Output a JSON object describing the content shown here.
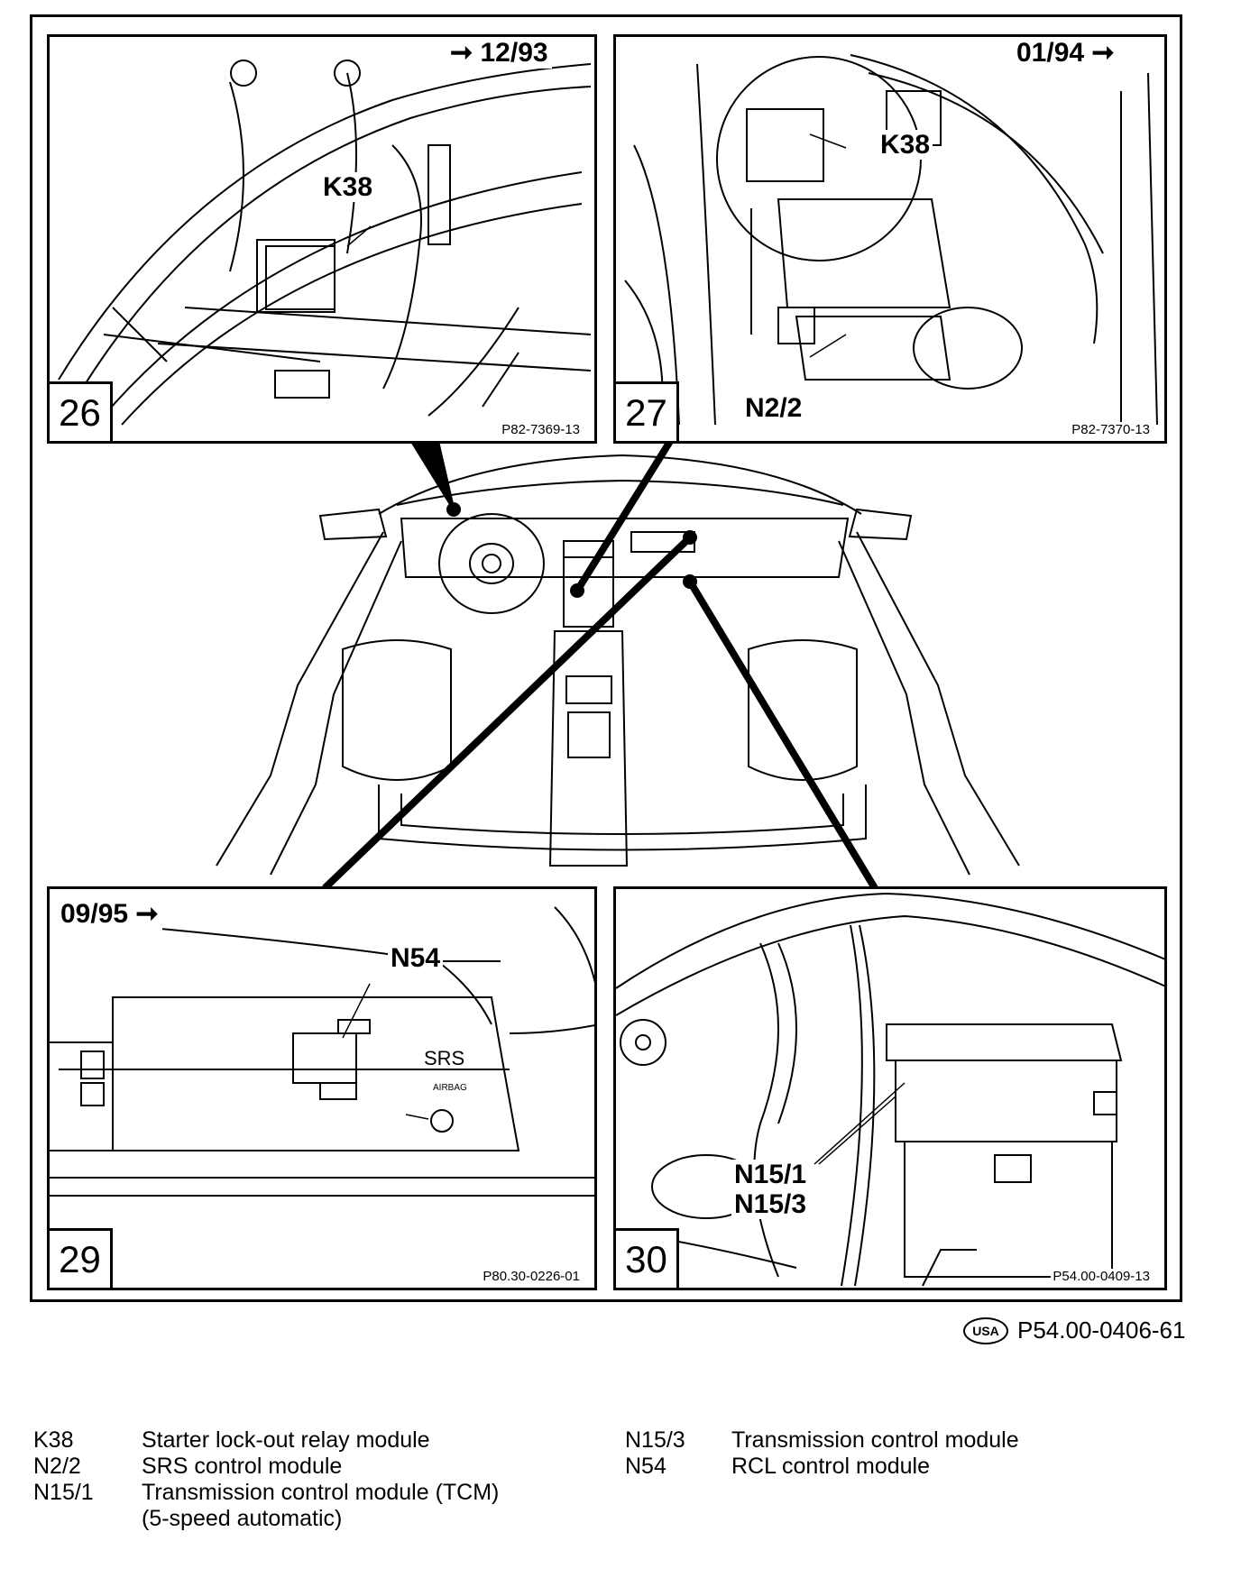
{
  "panels": [
    {
      "id": "26",
      "number": "26",
      "date_flag": "12/93",
      "arrow": "before",
      "callouts": [
        "K38"
      ],
      "ref": "P82-7369-13"
    },
    {
      "id": "27",
      "number": "27",
      "date_flag": "01/94",
      "arrow": "after",
      "callouts": [
        "K38",
        "N2/2"
      ],
      "ref": "P82-7370-13"
    },
    {
      "id": "29",
      "number": "29",
      "date_flag": "09/95",
      "arrow": "after",
      "callouts": [
        "N54"
      ],
      "ref": "P80.30-0226-01",
      "srs_label": "SRS",
      "airbag_label": "AIRBAG"
    },
    {
      "id": "30",
      "number": "30",
      "callouts": [
        "N15/1",
        "N15/3"
      ],
      "ref": "P54.00-0409-13"
    }
  ],
  "figure_ref": {
    "badge": "USA",
    "code": "P54.00-0406-61"
  },
  "legend": {
    "left": [
      {
        "code": "K38",
        "desc": "Starter lock-out relay module"
      },
      {
        "code": "N2/2",
        "desc": "SRS control module"
      },
      {
        "code": "N15/1",
        "desc": "Transmission control module (TCM)\n(5-speed automatic)"
      }
    ],
    "right": [
      {
        "code": "N15/3",
        "desc": "Transmission control module"
      },
      {
        "code": "N54",
        "desc": "RCL control module"
      }
    ]
  }
}
